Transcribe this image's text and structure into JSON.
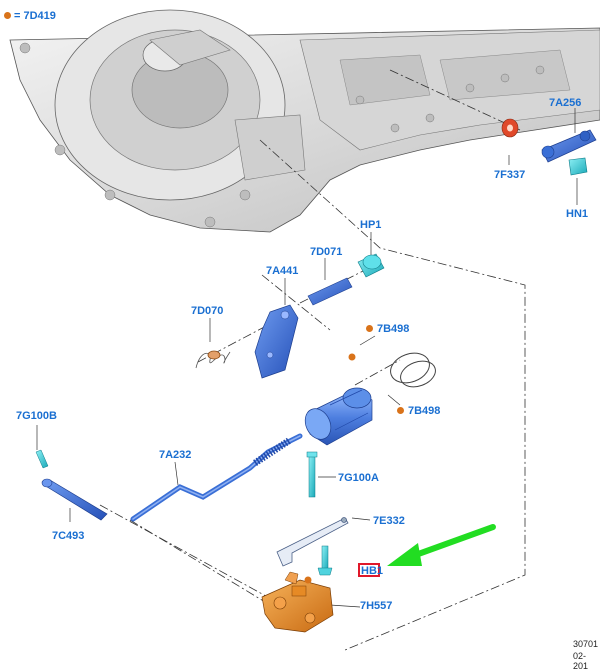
{
  "legend": {
    "symbol": "=",
    "code": "7D419",
    "dot_color": "#d9731a"
  },
  "labels": {
    "7A256": "7A256",
    "7F337": "7F337",
    "HN1": "HN1",
    "HP1": "HP1",
    "7D071": "7D071",
    "7A441": "7A441",
    "7D070": "7D070",
    "7B498_top": "7B498",
    "7B498_bottom": "7B498",
    "7G100B": "7G100B",
    "7A232": "7A232",
    "7G100A": "7G100A",
    "7C493": "7C493",
    "7E332": "7E332",
    "HB1": "HB1",
    "7H557": "7H557"
  },
  "footer": {
    "line1": "30701",
    "line2": "02-201"
  },
  "colors": {
    "part_blue": "#3a6fd6",
    "part_teal": "#28c7d6",
    "part_orange": "#e08a2a",
    "label_blue": "#1a6fd1",
    "callout_green": "#22dd22",
    "highlight_red": "#e0182a"
  }
}
